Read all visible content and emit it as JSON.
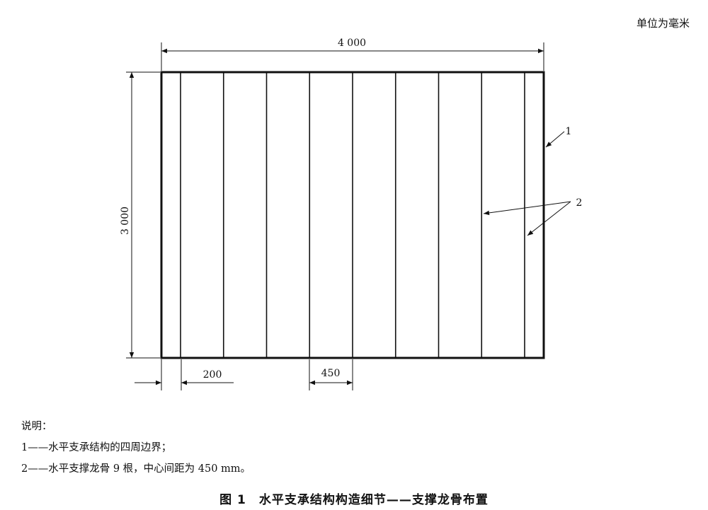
{
  "unit_note": "单位为毫米",
  "dimensions": {
    "width": "4 000",
    "height": "3 000",
    "edge_offset": "200",
    "spacing": "450"
  },
  "callouts": {
    "c1": "1",
    "c2": "2"
  },
  "legend": {
    "title": "说明：",
    "item1": "1——水平支承结构的四周边界；",
    "item2": "2——水平支撑龙骨 9 根，中心间距为 450 mm。"
  },
  "caption": "图 1　水平支承结构构造细节——支撑龙骨布置",
  "joists": {
    "count": 9,
    "first_offset_mm": 200,
    "spacing_mm": 450,
    "frame_width_mm": 4000,
    "frame_height_mm": 3000
  }
}
